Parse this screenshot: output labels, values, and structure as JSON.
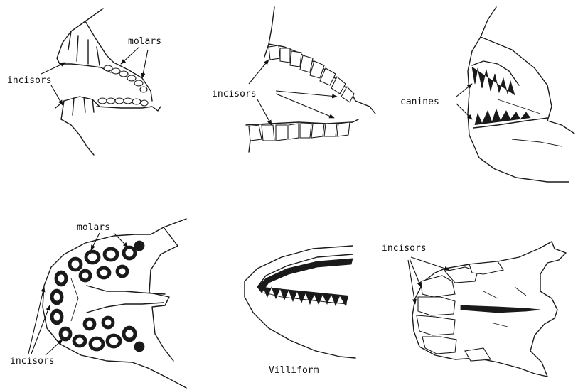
{
  "panels": {
    "top_left": {
      "label_molars": "molars",
      "label_incisors": "incisors"
    },
    "top_middle": {
      "label_incisors": "incisors"
    },
    "top_right": {
      "label_canines": "canines"
    },
    "bottom_left": {
      "label_molars": "molars",
      "label_incisors": "incisors"
    },
    "bottom_middle": {
      "caption": "Villiform"
    },
    "bottom_right": {
      "label_incisors": "incisors"
    }
  },
  "colors": {
    "ink": "#1a1a1a",
    "background": "#ffffff"
  }
}
